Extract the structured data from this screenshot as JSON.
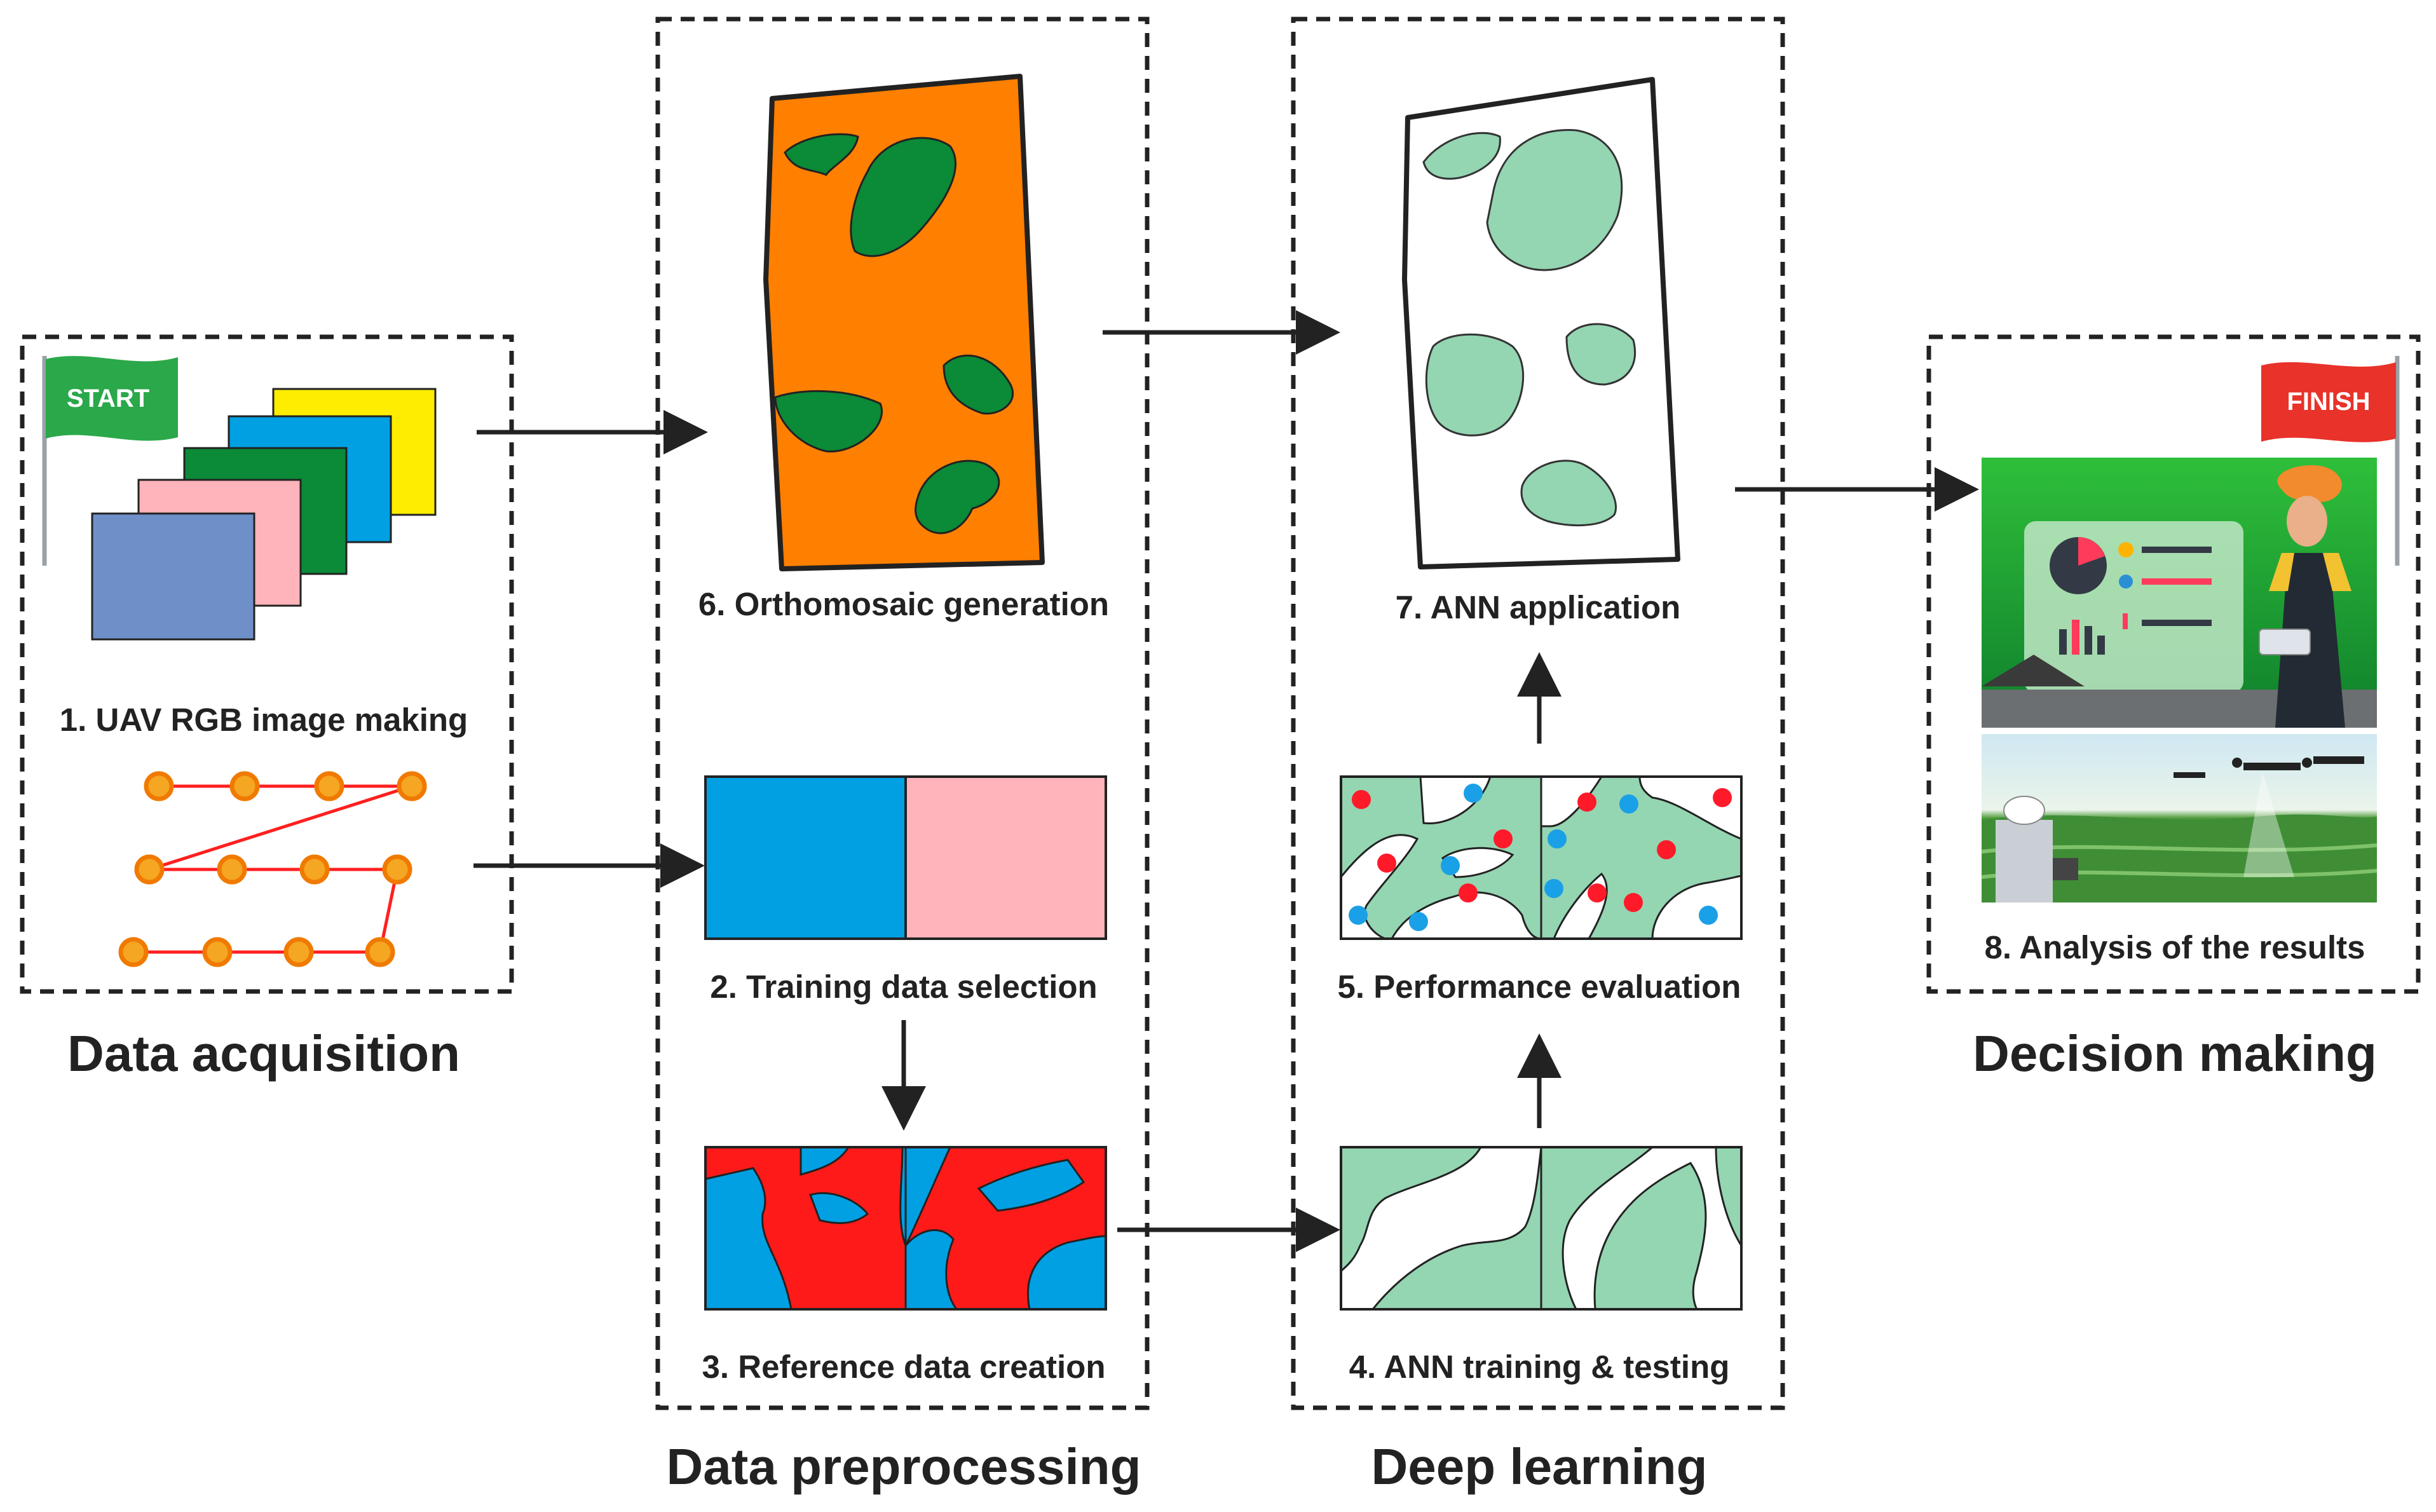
{
  "groups": {
    "acquisition": "Data acquisition",
    "preprocessing": "Data preprocessing",
    "deep_learning": "Deep learning",
    "decision": "Decision making"
  },
  "steps": {
    "s1": "1. UAV RGB image making",
    "s2": "2. Training data selection",
    "s3": "3. Reference data creation",
    "s4": "4. ANN training & testing",
    "s5": "5. Performance evaluation",
    "s6": "6. Orthomosaic generation",
    "s7": "7. ANN application",
    "s8": "8. Analysis of the results"
  },
  "flags": {
    "start": "START",
    "finish": "FINISH"
  },
  "colors": {
    "orange": "#ff7f00",
    "dark_green": "#0b8a37",
    "light_green": "#94d5b2",
    "blue": "#00a0e3",
    "pink": "#ffb3ba",
    "red": "#ff1a1a",
    "yellow": "#ffed00",
    "slate_blue": "#6f8fc9",
    "flight_orange": "#f5a623"
  }
}
